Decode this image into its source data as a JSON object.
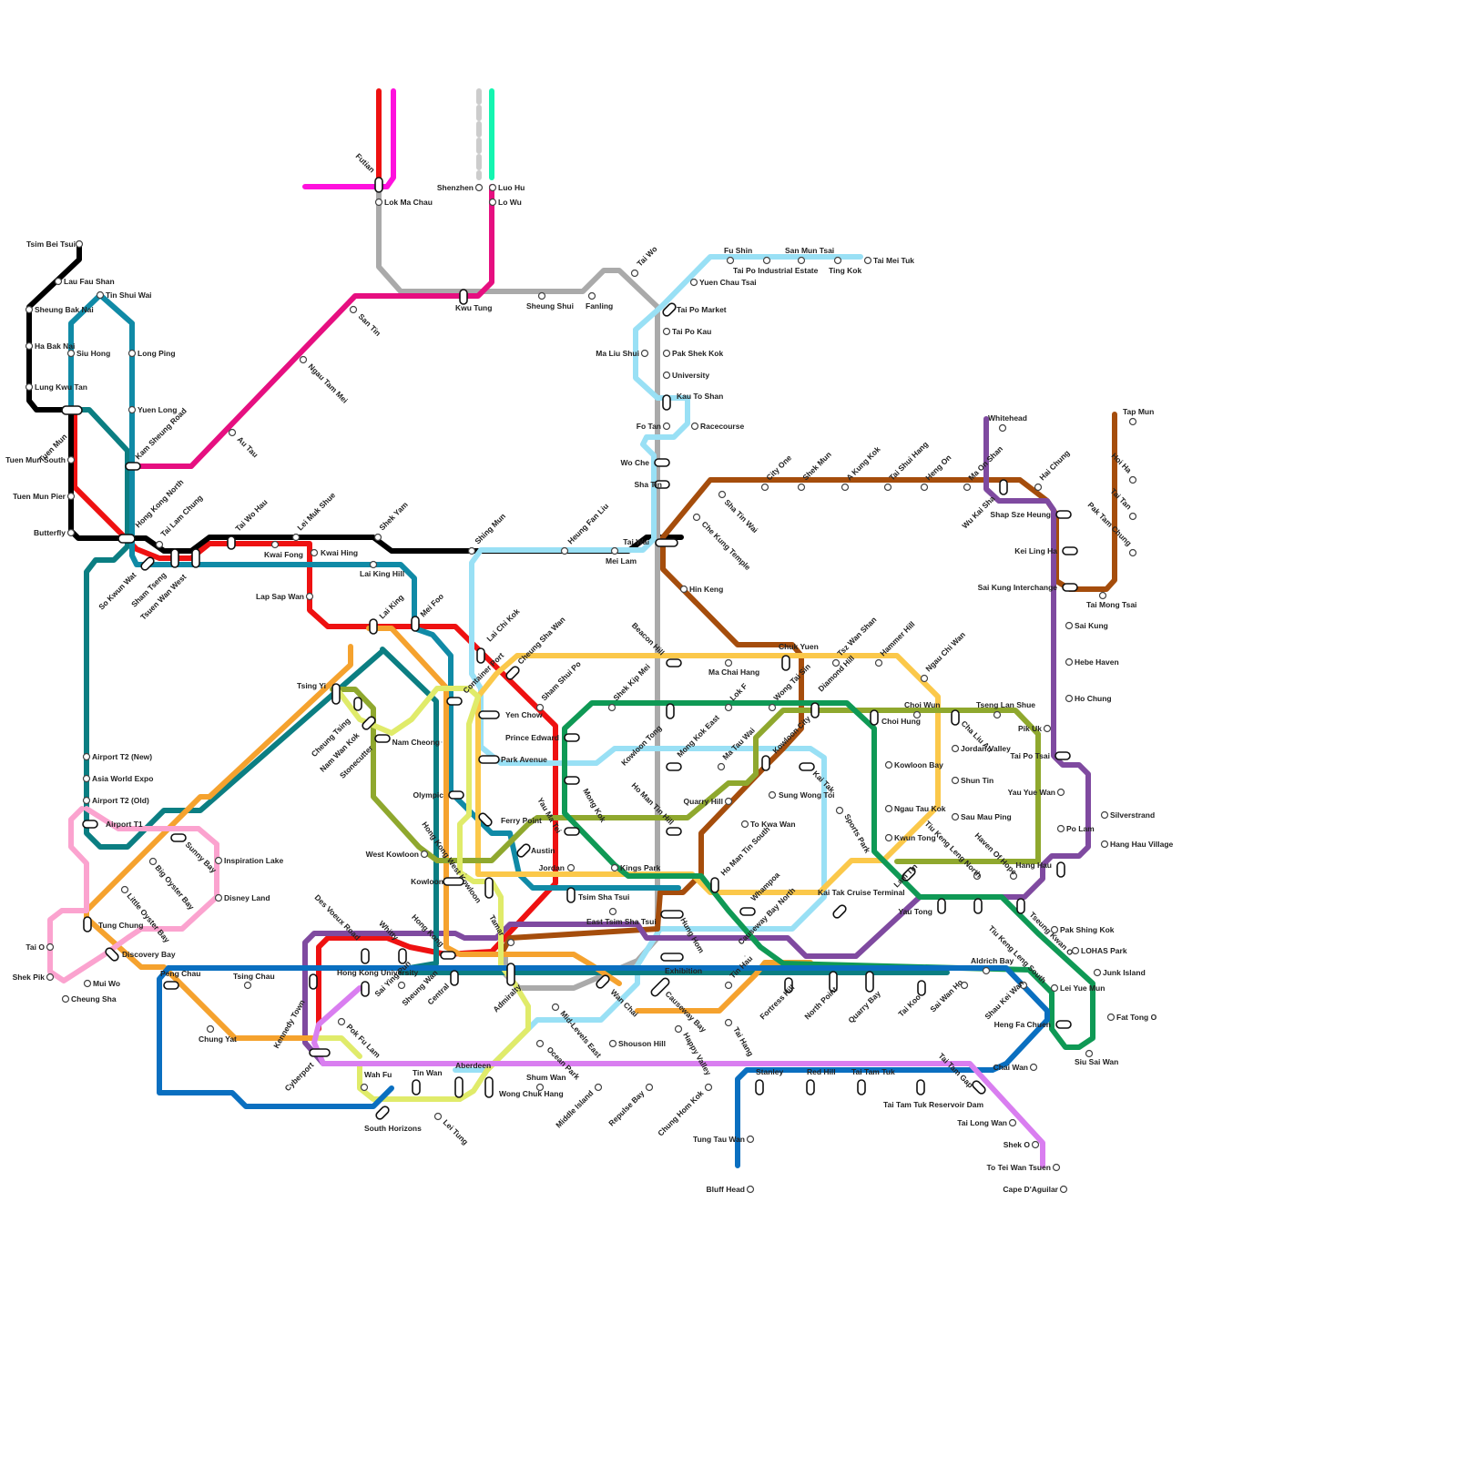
{
  "lines": [
    {
      "name": "black",
      "color": "#000000"
    },
    {
      "name": "red",
      "color": "#ee1111"
    },
    {
      "name": "magenta",
      "color": "#e60f80"
    },
    {
      "name": "pink-magenta",
      "color": "#ff11dd"
    },
    {
      "name": "grey",
      "color": "#aaaaaa"
    },
    {
      "name": "light-blue",
      "color": "#99e0f5"
    },
    {
      "name": "brown",
      "color": "#a54d0c"
    },
    {
      "name": "purple",
      "color": "#7f4aa0"
    },
    {
      "name": "teal",
      "color": "#0b7e82"
    },
    {
      "name": "blue-teal",
      "color": "#108aa6"
    },
    {
      "name": "orange",
      "color": "#f5a22e"
    },
    {
      "name": "yellow",
      "color": "#fbc84a"
    },
    {
      "name": "olive",
      "color": "#8fa82e"
    },
    {
      "name": "green",
      "color": "#0f9955"
    },
    {
      "name": "lime",
      "color": "#e0eb6a"
    },
    {
      "name": "light-pink",
      "color": "#fba3cf"
    },
    {
      "name": "blue",
      "color": "#0a6fc0"
    },
    {
      "name": "violet",
      "color": "#d97ef0"
    },
    {
      "name": "mint",
      "color": "#14f5b0"
    },
    {
      "name": "dashed-grey",
      "color": "#cccccc"
    }
  ],
  "stations": [
    "Tsim Bei Tsui",
    "Lau Fau Shan",
    "Sheung Bak Nai",
    "Ha Bak Nai",
    "Lung Kwu Tan",
    "Tuen Mun",
    "Tuen Mun South",
    "Tuen Mun Pier",
    "Butterfly",
    "Tin Shui Wai",
    "Siu Hong",
    "Long Ping",
    "Yuen Long",
    "Kam Sheung Road",
    "Hong Kong North",
    "So Kwun Wat",
    "Sham Tseng",
    "Tsuen Wan West",
    "Tai Lam Chung",
    "Tai Wo Hau",
    "Kwai Fong",
    "Lei Muk Shue",
    "Kwai Hing",
    "Shek Yam",
    "Lai King Hill",
    "Lap Sap Wan",
    "Lai King",
    "Mei Foo",
    "Shing Mun",
    "Heung Fan Liu",
    "Mei Lam",
    "Futian",
    "Lok Ma Chau",
    "Shenzhen",
    "Luo Hu",
    "Lo Wu",
    "San Tin",
    "Ngau Tam Mei",
    "Au Tau",
    "Kwu Tung",
    "Sheung Shui",
    "Fanling",
    "Tai Wo",
    "Fu Shin",
    "San Mun Tsai",
    "Tai Po Industrial Estate",
    "Ting Kok",
    "Tai Mei Tuk",
    "Yuen Chau Tsai",
    "Tai Po Market",
    "Tai Po Kau",
    "Pak Shek Kok",
    "University",
    "Kau To Shan",
    "Ma Liu Shui",
    "Fo Tan",
    "Racecourse",
    "Wo Che",
    "Sha Tin",
    "Tai Wai",
    "Sha Tin Wai",
    "Che Kung Temple",
    "City One",
    "Shek Mun",
    "A Kung Kok",
    "Tai Shui Hang",
    "Heng On",
    "Ma On Shan",
    "Wu Kai Sha",
    "Whitehead",
    "Hai Chung",
    "Shap Sze Heung",
    "Kei Ling Ha",
    "Sai Kung Interchange",
    "Tai Mong Tsai",
    "Tap Mun",
    "Hoi Ha",
    "Tai Tan",
    "Pak Tam Chung",
    "Sai Kung",
    "Hebe Haven",
    "Ho Chung",
    "Pik Uk",
    "Tai Po Tsai",
    "Yau Yue Wan",
    "Po Lam",
    "Silverstrand",
    "Hang Hau Village",
    "Hang Hau",
    "Hin Keng",
    "Beacon Hill",
    "Ma Chai Hang",
    "Chuk Yuen",
    "Tsz Wan Shan",
    "Hammer Hill",
    "Diamond Hill",
    "Ngau Chi Wan",
    "Choi Wun",
    "Tseng Lan Shue",
    "Choi Hung",
    "Cha Liu Au",
    "Jordan Valley",
    "Shun Tin",
    "Sau Mau Ping",
    "Kowloon Bay",
    "Ngau Tau Kok",
    "Kwun Tong",
    "Tiu Keng Leng North",
    "Haven Of Hope",
    "Lai Chi Kok",
    "Container Port",
    "Cheung Sha Wan",
    "Sham Shui Po",
    "Shek Kip Mei",
    "Kowloon Tong",
    "Lok F",
    "Wong Tai Sin",
    "Mong Kok East",
    "Ma Tau Wai",
    "Kowloon City",
    "Kai Tak",
    "Sung Wong Toi",
    "Quarry Hill",
    "To Kwa Wan",
    "Ho Man Tin South",
    "Ho Man Tin Hill",
    "Sports Park",
    "Tsing Yi",
    "Cheung Tsing",
    "Nam Wan Kok",
    "Stonecutter",
    "Nam Cheong",
    "Yen Chow",
    "Prince Edward",
    "Park Avenue",
    "Mong Kok",
    "Olympic",
    "Yau Ma Tei",
    "Ferry Point",
    "Austin",
    "West Kowloon",
    "Hong Kong West Kowloon",
    "Kowloon",
    "Jordan",
    "Kings Park",
    "Tsim Sha Tsui",
    "East Tsim Sha Tsui",
    "Whampoa",
    "Causeway Bay North",
    "Kai Tak Cruise Terminal",
    "Lam Tin",
    "Yau Tong",
    "Tiu Keng Leng South",
    "Tseung Kwan O",
    "Pak Shing Kok",
    "LOHAS Park",
    "Junk Island",
    "Lei Yue Mun",
    "Fat Tong O",
    "Heng Fa Chuen",
    "Siu Sai Wan",
    "Chai Wan",
    "Airport T2 (New)",
    "Asia World Expo",
    "Airport T2 (Old)",
    "Airport T1",
    "Sunny Bay",
    "Inspiration Lake",
    "Disney Land",
    "Big Oyster Bay",
    "Little Oyster Bay",
    "Tung Chung",
    "Tai O",
    "Shek Pik",
    "Discovery Bay",
    "Mui Wo",
    "Cheung Sha",
    "Peng Chau",
    "Tsing Chau",
    "Chung Yat",
    "Des Voeux Road",
    "Whitty",
    "Hong Kong",
    "Tamar",
    "Kennedy Town",
    "Hong Kong University",
    "Sai Ying Pun",
    "Sheung Wan",
    "Central",
    "Admiralty",
    "Pok Fu Lam",
    "Cyberport",
    "Hung Hom",
    "Exhibition",
    "Tin Hau",
    "Fortress Hill",
    "North Point",
    "Quarry Bay",
    "Tai Koo",
    "Sai Wan Ho",
    "Shau Kei Wan",
    "Aldrich Bay",
    "Wan Chai",
    "Causeway Bay",
    "Happy Valley",
    "Tai Hang",
    "Mid-Levels East",
    "Ocean Park",
    "Shouson Hill",
    "Wah Fu",
    "Tin Wan",
    "Aberdeen",
    "Wong Chuk Hang",
    "Shum Wan",
    "South Horizons",
    "Lei Tung",
    "Middle Island",
    "Repulse Bay",
    "Chung Hom Kok",
    "Stanley",
    "Red Hill",
    "Tai Tam Tuk",
    "Tai Tam Tuk Reservoir Dam",
    "Tai Tam Gap",
    "Tai Long Wan",
    "Shek O",
    "To Tei Wan Tsuen",
    "Cape D'Aguilar",
    "Tung Tau Wan",
    "Bluff Head"
  ]
}
